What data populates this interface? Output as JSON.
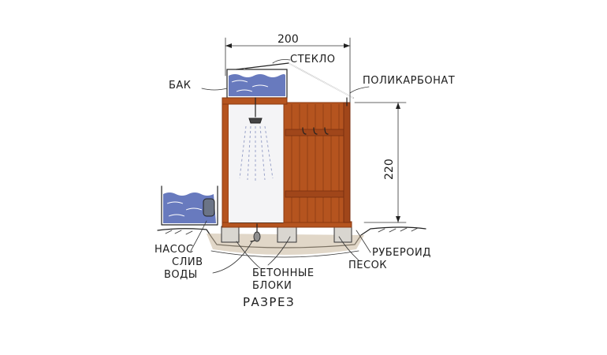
{
  "labels": {
    "dimension_top": "200",
    "dimension_side": "220",
    "glass": "СТЕКЛО",
    "tank": "БАК",
    "polycarbonate": "ПОЛИКАРБОНАТ",
    "pump": "НАСОС",
    "drain_line1": "СЛИВ",
    "drain_line2": "ВОДЫ",
    "concrete_line1": "БЕТОННЫЕ",
    "concrete_line2": "БЛОКИ",
    "roofing_felt": "РУБЕРОИД",
    "sand": "ПЕСОК",
    "caption": "РАЗРЕЗ"
  },
  "colors": {
    "wood": "#b5541f",
    "wood_dark": "#8a3a12",
    "water": "#4d63b3",
    "water_light": "#a9b4dc",
    "ground": "#c9b79a",
    "block": "#d9d6d0",
    "ink": "#222222"
  }
}
